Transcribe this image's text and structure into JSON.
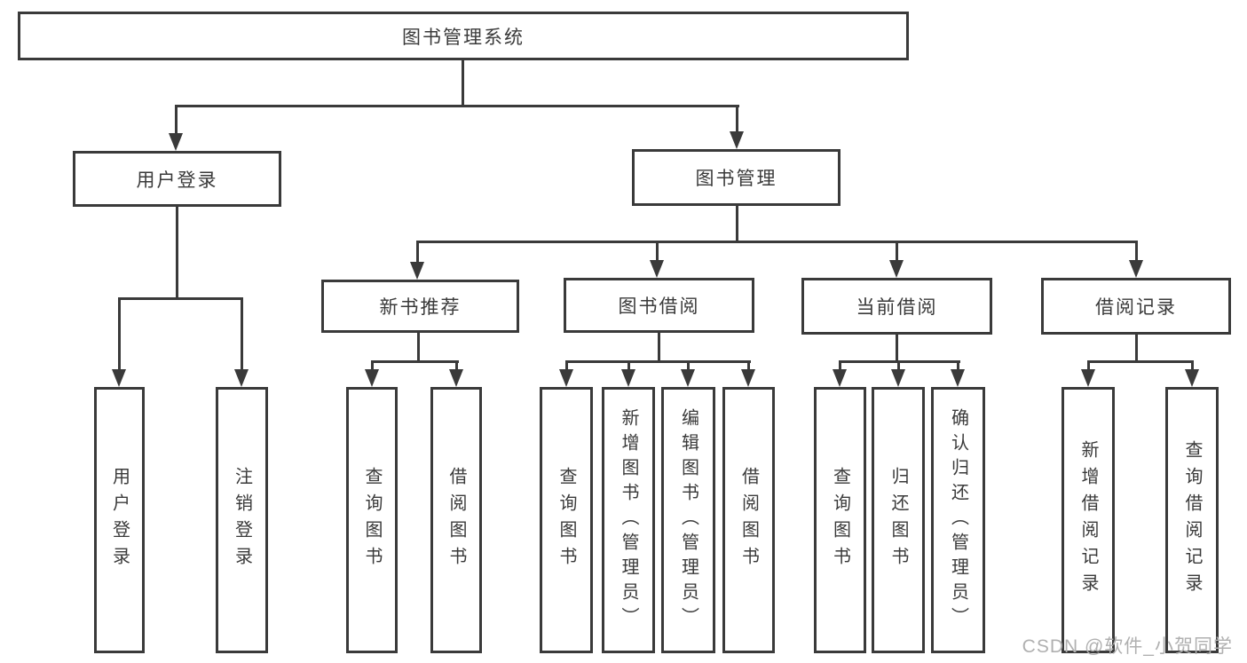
{
  "diagram": {
    "title": "图书管理系统",
    "root": {
      "label": "图书管理系统"
    },
    "branches": [
      {
        "label": "用户登录"
      },
      {
        "label": "图书管理"
      }
    ],
    "modules": [
      {
        "label": "新书推荐"
      },
      {
        "label": "图书借阅"
      },
      {
        "label": "当前借阅"
      },
      {
        "label": "借阅记录"
      }
    ],
    "leaves": [
      {
        "label": "用户登录",
        "parent": "用户登录"
      },
      {
        "label": "注销登录",
        "parent": "用户登录"
      },
      {
        "label": "查询图书",
        "parent": "新书推荐"
      },
      {
        "label": "借阅图书",
        "parent": "新书推荐"
      },
      {
        "label": "查询图书",
        "parent": "图书借阅"
      },
      {
        "label": "新增图书（管理员）",
        "parent": "图书借阅"
      },
      {
        "label": "编辑图书（管理员）",
        "parent": "图书借阅"
      },
      {
        "label": "借阅图书",
        "parent": "图书借阅"
      },
      {
        "label": "查询图书",
        "parent": "当前借阅"
      },
      {
        "label": "归还图书",
        "parent": "当前借阅"
      },
      {
        "label": "确认归还（管理员）",
        "parent": "当前借阅"
      },
      {
        "label": "新增借阅记录",
        "parent": "借阅记录"
      },
      {
        "label": "查询借阅记录",
        "parent": "借阅记录"
      }
    ],
    "colors": {
      "line": "#3a3a3a",
      "text": "#3a3a3a",
      "background": "#ffffff",
      "watermark": "#b0b0b0"
    }
  },
  "watermark": {
    "text": "CSDN @软件_小贺同学"
  }
}
